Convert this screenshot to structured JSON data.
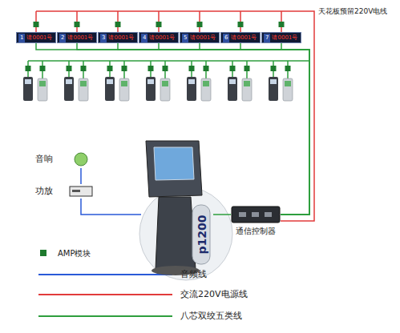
{
  "diagram": {
    "nodes": [
      {
        "text": [
          "1",
          "请0001号"
        ]
      },
      {
        "text": [
          "2",
          "请0001号"
        ]
      },
      {
        "text": [
          "3",
          "请0001号"
        ]
      },
      {
        "text": [
          "4",
          "请0001号"
        ]
      },
      {
        "text": [
          "5",
          "请0001号"
        ]
      },
      {
        "text": [
          "6",
          "请0001号"
        ]
      },
      {
        "text": [
          "7",
          "请0001号"
        ]
      },
      {
        "text": [
          "音响"
        ]
      },
      {
        "text": [
          "功放"
        ]
      },
      {
        "text": [
          "p1200"
        ]
      },
      {
        "text": [
          "通信控制器"
        ]
      }
    ],
    "edges": [
      {
        "from": 7,
        "to": 8,
        "arrow": "none"
      },
      {
        "from": 8,
        "to": 9,
        "arrow": "none"
      },
      {
        "from": 9,
        "to": 10,
        "arrow": "none"
      },
      {
        "from": 10,
        "to": 0,
        "arrow": "none"
      },
      {
        "from": 10,
        "to": 1,
        "arrow": "none"
      },
      {
        "from": 10,
        "to": 2,
        "arrow": "none"
      },
      {
        "from": 10,
        "to": 3,
        "arrow": "none"
      },
      {
        "from": 10,
        "to": 4,
        "arrow": "none"
      },
      {
        "from": 10,
        "to": 5,
        "arrow": "none"
      },
      {
        "from": 10,
        "to": 6,
        "arrow": "none"
      }
    ],
    "labels": [
      "天花板预留220V电线"
    ],
    "legend": [
      {
        "text": "AMP模块",
        "color": "#1e7a2e"
      },
      {
        "text": "音频线"
      },
      {
        "text": "交流220V电源线"
      },
      {
        "text": "八芯双绞五类线"
      }
    ]
  }
}
